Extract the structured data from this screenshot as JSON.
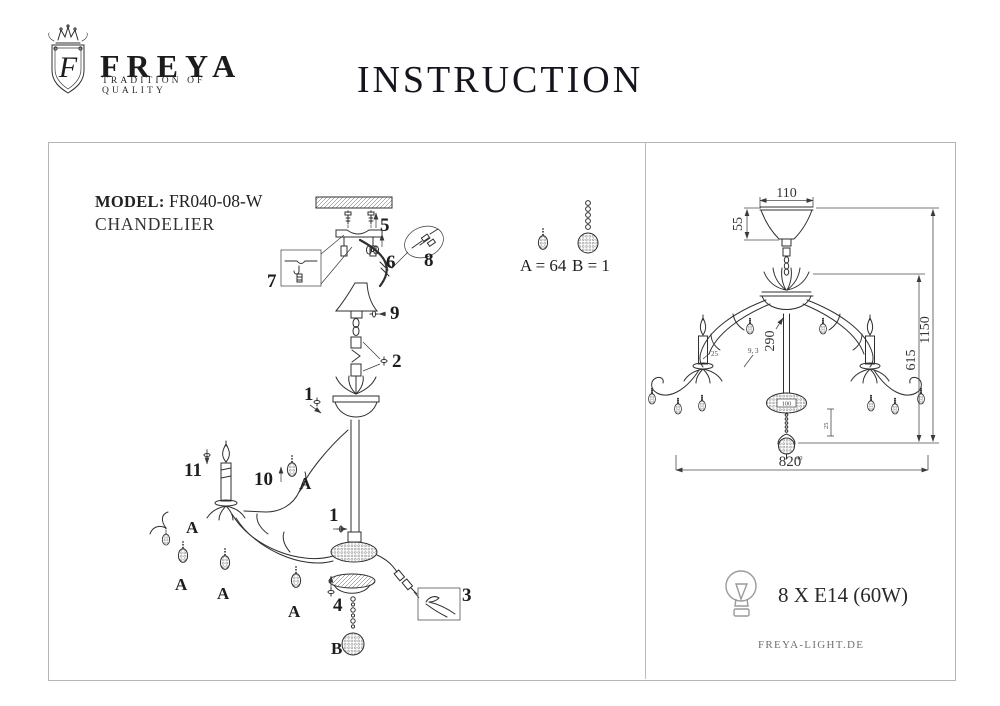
{
  "header": {
    "brand": "FREYA",
    "monogram": "F",
    "tagline": "TRADITION OF QUALITY",
    "title": "INSTRUCTION"
  },
  "left_panel": {
    "model_label": "MODEL:",
    "model_value": " FR040-08-W",
    "product_type": "CHANDELIER",
    "parts": {
      "n1": "1",
      "n2": "2",
      "n3": "3",
      "n4": "4",
      "n5": "5",
      "n6": "6",
      "n7": "7",
      "n8": "8",
      "n9": "9",
      "n10": "10",
      "n11": "11"
    },
    "crystal_a": "A",
    "crystal_b": "B",
    "legend_a": "A = 64",
    "legend_b": "B = 1"
  },
  "right_panel": {
    "dims": {
      "canopy_width": "110",
      "canopy_height": "55",
      "chain": "290",
      "candle_offset": "25",
      "leaf": "9, 3",
      "hub": "100",
      "pendant": "25",
      "ball": "40",
      "body_height": "615",
      "total_height": "1150",
      "width": "820"
    },
    "bulb_spec": "8 X E14 (60W)",
    "website": "FREYA-LIGHT.DE"
  }
}
